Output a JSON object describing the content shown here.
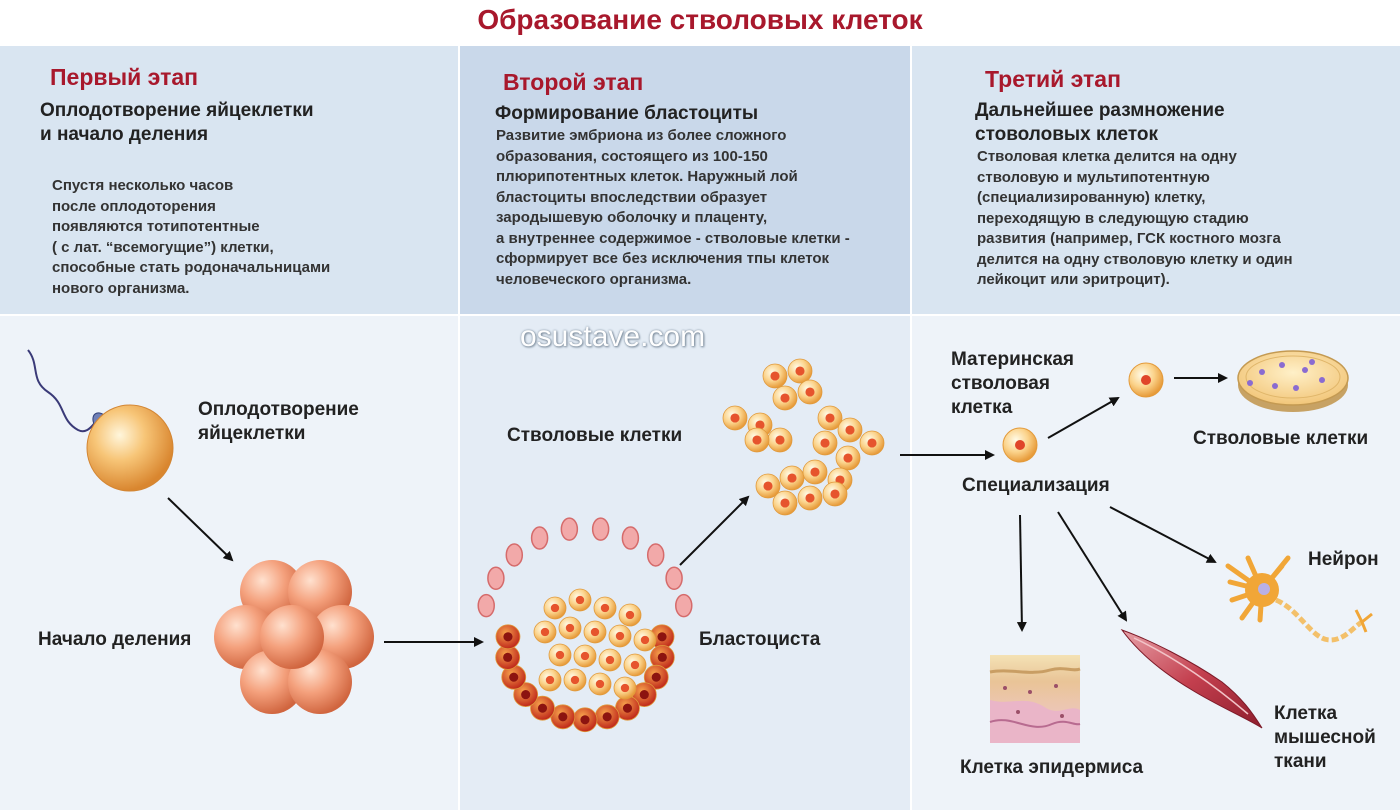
{
  "title": "Образование стволовых клеток",
  "watermark": "osustave.com",
  "stages": [
    {
      "name": "Первый этап",
      "subtitle": [
        "Оплодотворение яйцеклетки",
        "и начало деления"
      ],
      "description": [
        "Спустя несколько часов",
        "после оплодоторения",
        "появляются тотипотентные",
        "( с лат. “всемогущие”) клетки,",
        "способные стать родоначальницами",
        "нового организма."
      ]
    },
    {
      "name": "Второй этап",
      "subtitle": [
        "Формирование бластоциты"
      ],
      "description": [
        "Развитие эмбриона из более сложного",
        "образования, состоящего из 100-150",
        "плюрипотентных клеток. Наружный лой",
        "бластоциты впоследствии образует",
        "зародышевую оболочку и плаценту,",
        "а внутреннее содержимое - стволовые клетки -",
        "сформирует все без исключения тпы клеток",
        "человеческого организма."
      ]
    },
    {
      "name": "Третий этап",
      "subtitle": [
        "Дальнейшее размножение",
        "стоволовых клеток"
      ],
      "description": [
        "Стволовая клетка делится на одну",
        "стволовую и мультипотентную",
        "(специализированную) клетку,",
        "переходящую в следующую стадию",
        "развития (например, ГСК костного мозга",
        "делится на одну стволовую клетку и один",
        "лейкоцит или эритроцит)."
      ]
    }
  ],
  "labels": {
    "fertilization": [
      "Оплодотворение",
      "яйцеклетки"
    ],
    "division_start": [
      "Начало деления"
    ],
    "stem_cells_mid": [
      "Стволовые клетки"
    ],
    "blastocyst": [
      "Бластоциста"
    ],
    "mother_cell": [
      "Материнская",
      "стволовая",
      "клетка"
    ],
    "specialization": [
      "Специализация"
    ],
    "stem_cells_right": [
      "Стволовые клетки"
    ],
    "neuron": [
      "Нейрон"
    ],
    "muscle_cell": [
      "Клетка",
      "мышесной",
      "ткани"
    ],
    "epidermis_cell": [
      "Клетка эпидермиса"
    ]
  },
  "colors": {
    "title": "#a8182c",
    "stage_title": "#a8182c",
    "panel_light": "#d9e5f1",
    "panel_mid": "#c9d8ea"
  }
}
